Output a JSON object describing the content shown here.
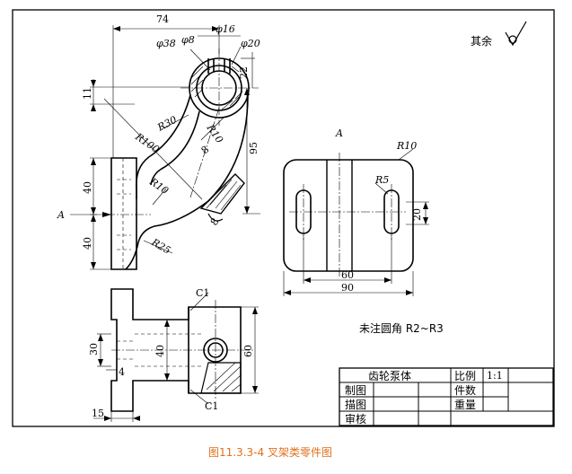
{
  "colors": {
    "line": "#000000",
    "caption": "#e0701c",
    "background": "#ffffff"
  },
  "roughness_note": "其余",
  "front_view": {
    "dims": {
      "d74": "74",
      "phi16": "φ16",
      "phi38": "φ38",
      "phi8": "φ8",
      "phi20": "φ20",
      "d22": "22",
      "d11": "11",
      "r30": "R30",
      "r100": "R100",
      "r10a": "R10",
      "r10b": "R10",
      "d8a": "8",
      "d8b": "8",
      "d95": "95",
      "d40a": "40",
      "d40b": "40",
      "r25": "R25"
    },
    "view_arrow_label": "A"
  },
  "view_a": {
    "title": "A",
    "dims": {
      "r10": "R10",
      "r5": "R5",
      "d20": "20",
      "d60": "60",
      "d90": "90"
    }
  },
  "top_view": {
    "dims": {
      "c1a": "C1",
      "c1b": "C1",
      "d30": "30",
      "d40": "40",
      "d60": "60",
      "d4": "4",
      "d15": "15"
    }
  },
  "note": "未注圆角 R2~R3",
  "title_block": {
    "part_name": "齿轮泵体",
    "scale_label": "比例",
    "scale_value": "1:1",
    "drawn": "制图",
    "traced": "描图",
    "checked": "审核",
    "quantity": "件数",
    "weight": "重量"
  },
  "caption": "图11.3.3-4  叉架类零件图"
}
